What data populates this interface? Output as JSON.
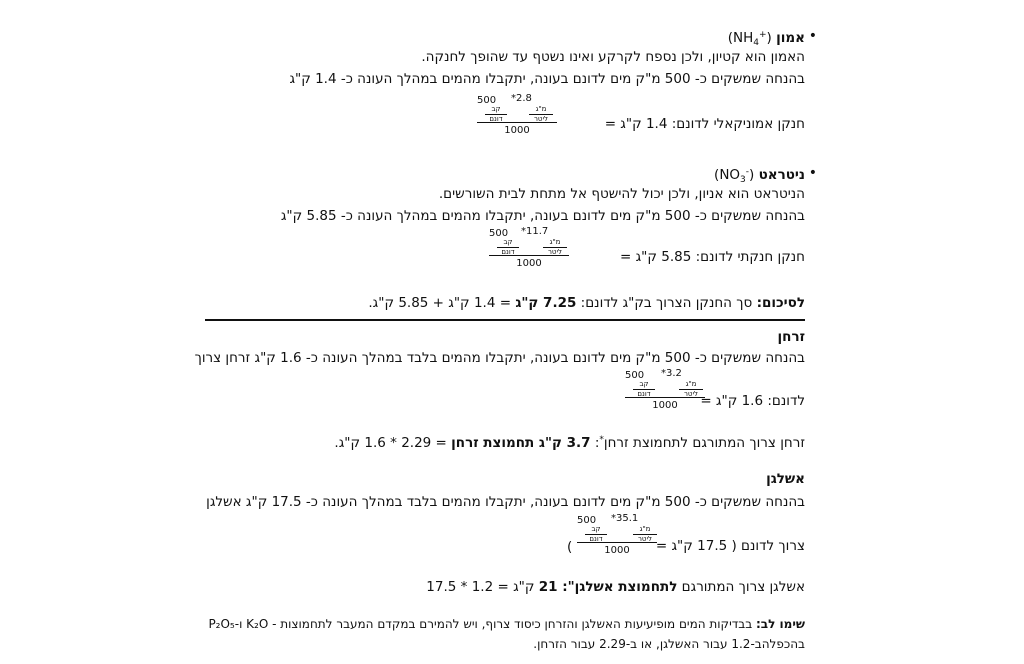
{
  "ammonium": {
    "title": "אמון",
    "formula_main": "NH",
    "formula_sub": "4",
    "formula_sup": "+",
    "line1": "האמון הוא קטיון, ולכן נספח לקרקע ואינו נשטף עד שהופך לחנקה.",
    "line2": "בהנחה שמשקים כ- 500 מ\"ק מים לדונם בעונה, יתקבלו מהמים במהלך העונה כ- 1.4 ק\"ג",
    "result_text": "חנקן אמוניקאלי לדונם:  1.4 ק\"ג =",
    "frac_n1": "500",
    "frac_u1_top": "קב",
    "frac_u1_bot": "דונם",
    "frac_conc": "*2.8",
    "frac_u2_top": "מ\"ג",
    "frac_u2_bot": "ליטר",
    "frac_den": "1000"
  },
  "nitrate": {
    "title": "ניטראט",
    "formula_main": "NO",
    "formula_sub": "3",
    "formula_sup": "-",
    "line1": "הניטראט הוא אניון, ולכן יכול להישטף אל מתחת לבית השורשים.",
    "line2": "בהנחה שמשקים כ- 500 מ\"ק מים לדונם בעונה, יתקבלו מהמים במהלך העונה כ- 5.85 ק\"ג",
    "result_text": "חנקן חנקתי לדונם:  5.85 ק\"ג =",
    "frac_n1": "500",
    "frac_u1_top": "קב",
    "frac_u1_bot": "דונם",
    "frac_conc": "*11.7",
    "frac_u2_top": "מ\"ג",
    "frac_u2_bot": "ליטר",
    "frac_den": "1000"
  },
  "summary": {
    "label": "לסיכום:",
    "text1": " סך החנקן הצרוך בק\"ג לדונם:  ",
    "total": "7.25  ק\"ג",
    "text2": " = 1.4 ק\"ג + 5.85 ק\"ג."
  },
  "phosphorus": {
    "title": "זרחן",
    "line1": "בהנחה שמשקים כ- 500 מ\"ק מים לדונם בעונה, יתקבלו מהמים בלבד במהלך העונה כ- 1.6 ק\"ג זרחן צרוך",
    "result_text": "לדונם: 1.6 ק\"ג =",
    "frac_n1": "500",
    "frac_u1_top": "קב",
    "frac_u1_bot": "דונם",
    "frac_conc": "*3.2",
    "frac_u2_top": "מ\"ג",
    "frac_u2_bot": "ליטר",
    "frac_den": "1000",
    "conv_text1": "זרחן צרוך המתורגם לתחמוצת זרחן",
    "conv_star": "*",
    "conv_text2": ": ",
    "conv_bold": "3.7 ק\"ג תחמוצת זרחן",
    "conv_text3": " = 2.29 * 1.6 ק\"ג."
  },
  "potassium": {
    "title": "אשלגן",
    "line1": "בהנחה שמשקים כ- 500 מ\"ק מים לדונם בעונה, יתקבלו מהמים בלבד במהלך העונה כ- 17.5 ק\"ג אשלגן",
    "result_text": "צרוך לדונם ( 17.5 ק\"ג =",
    "result_close": ")",
    "frac_n1": "500",
    "frac_u1_top": "קב",
    "frac_u1_bot": "דונם",
    "frac_conc": "*35.1",
    "frac_u2_top": "מ\"ג",
    "frac_u2_bot": "ליטר",
    "frac_den": "1000",
    "conv_text1": "אשלגן צרוך המתורגם ",
    "conv_bold": "לתחמוצת אשלגן\": 21",
    "conv_text2": " ק\"ג = 1.2 * 17.5"
  },
  "note": {
    "label": "שימו לב:",
    "line1": " בבדיקות המים מופיעיעות האשלגן והזרחן כיסוד צרוף, ויש להמירם במקדם המעבר לתחמוצות - K₂O ו-P₂O₅",
    "line2": "בהכפלהב-1.2 עבור האשלגן, או ב-2.29 עבור הזרחן."
  }
}
